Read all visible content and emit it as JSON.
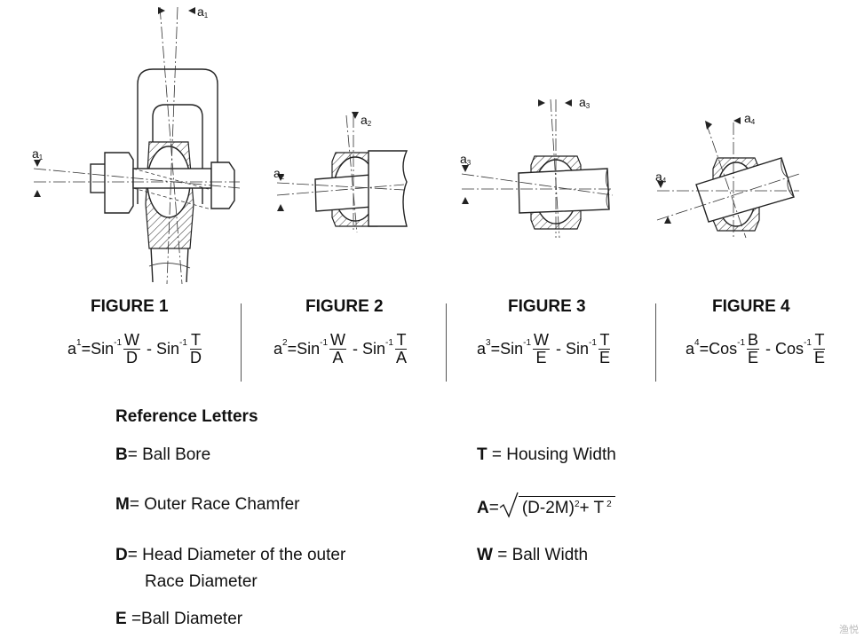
{
  "diagram": {
    "labels": {
      "a1_top": "a",
      "a1_side": "a",
      "a2_top": "a",
      "a2_side": "a",
      "a3_top": "a",
      "a3_side": "a",
      "a4_top": "a",
      "a4_side": "a",
      "sub1": "1",
      "sub2": "2",
      "sub3": "3",
      "sub4": "4"
    }
  },
  "figures": [
    {
      "title": "FIGURE 1",
      "lhs": "a",
      "lhs_sup": "1",
      "func1": "=Sin",
      "inv": "-1",
      "num1": "W",
      "den1": "D",
      "minus": " - ",
      "func2": "Sin",
      "num2": "T",
      "den2": "D"
    },
    {
      "title": "FIGURE 2",
      "lhs": "a",
      "lhs_sup": "2",
      "func1": "=Sin",
      "inv": "-1",
      "num1": "W",
      "den1": "A",
      "minus": " - ",
      "func2": "Sin",
      "num2": "T",
      "den2": "A"
    },
    {
      "title": "FIGURE 3",
      "lhs": "a",
      "lhs_sup": "3",
      "func1": "=Sin",
      "inv": "-1",
      "num1": "W",
      "den1": "E",
      "minus": " - ",
      "func2": "Sin",
      "num2": "T",
      "den2": "E"
    },
    {
      "title": "FIGURE 4",
      "lhs": "a",
      "lhs_sup": "4",
      "func1": "=Cos",
      "inv": "-1",
      "num1": "B",
      "den1": "E",
      "minus": " - ",
      "func2": "Cos",
      "num2": "T",
      "den2": "E"
    }
  ],
  "reference": {
    "heading": "Reference Letters",
    "left": [
      {
        "key": "B",
        "text": "= Ball Bore"
      },
      {
        "key": "M",
        "text": "= Outer Race Chamfer"
      },
      {
        "key": "D",
        "text": "= Head Diameter of the outer",
        "cont": "Race Diameter"
      },
      {
        "key": "E",
        "text": " =Ball Diameter"
      }
    ],
    "right": [
      {
        "key": "T",
        "text": " = Housing Width"
      },
      {
        "key": "A",
        "text": "=",
        "radicand": "(D-2M)",
        "sq1": "2",
        "plus": "+ T",
        "sq2": "2"
      },
      {
        "key": "W",
        "text": " = Ball Width"
      }
    ]
  },
  "watermark": "渔悦"
}
